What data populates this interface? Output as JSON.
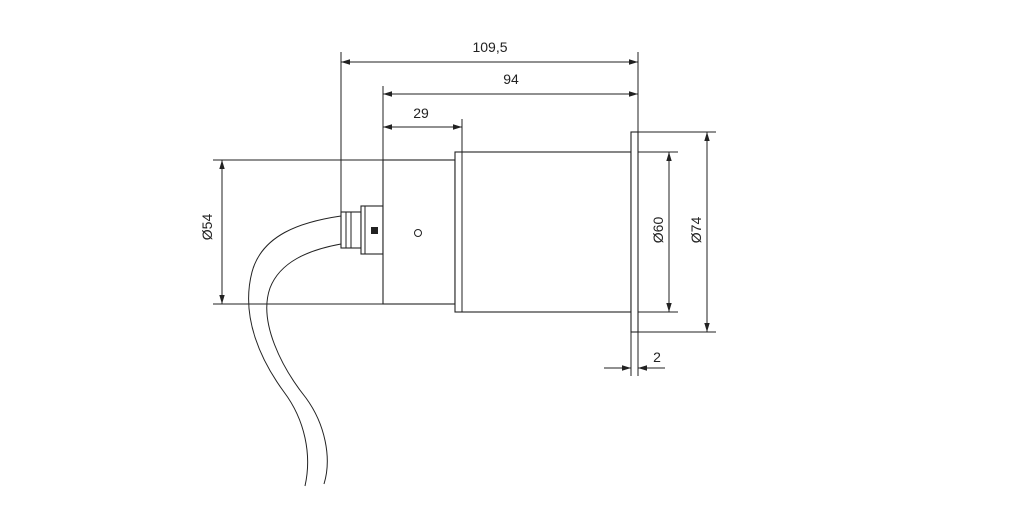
{
  "drawing": {
    "dimensions": {
      "overall_length": "109,5",
      "body_length": "94",
      "rear_length": "29",
      "rear_diameter": "Ø54",
      "body_diameter": "Ø60",
      "flange_diameter": "Ø74",
      "flange_thickness": "2"
    },
    "line_color": "#222222",
    "background": "#ffffff"
  }
}
